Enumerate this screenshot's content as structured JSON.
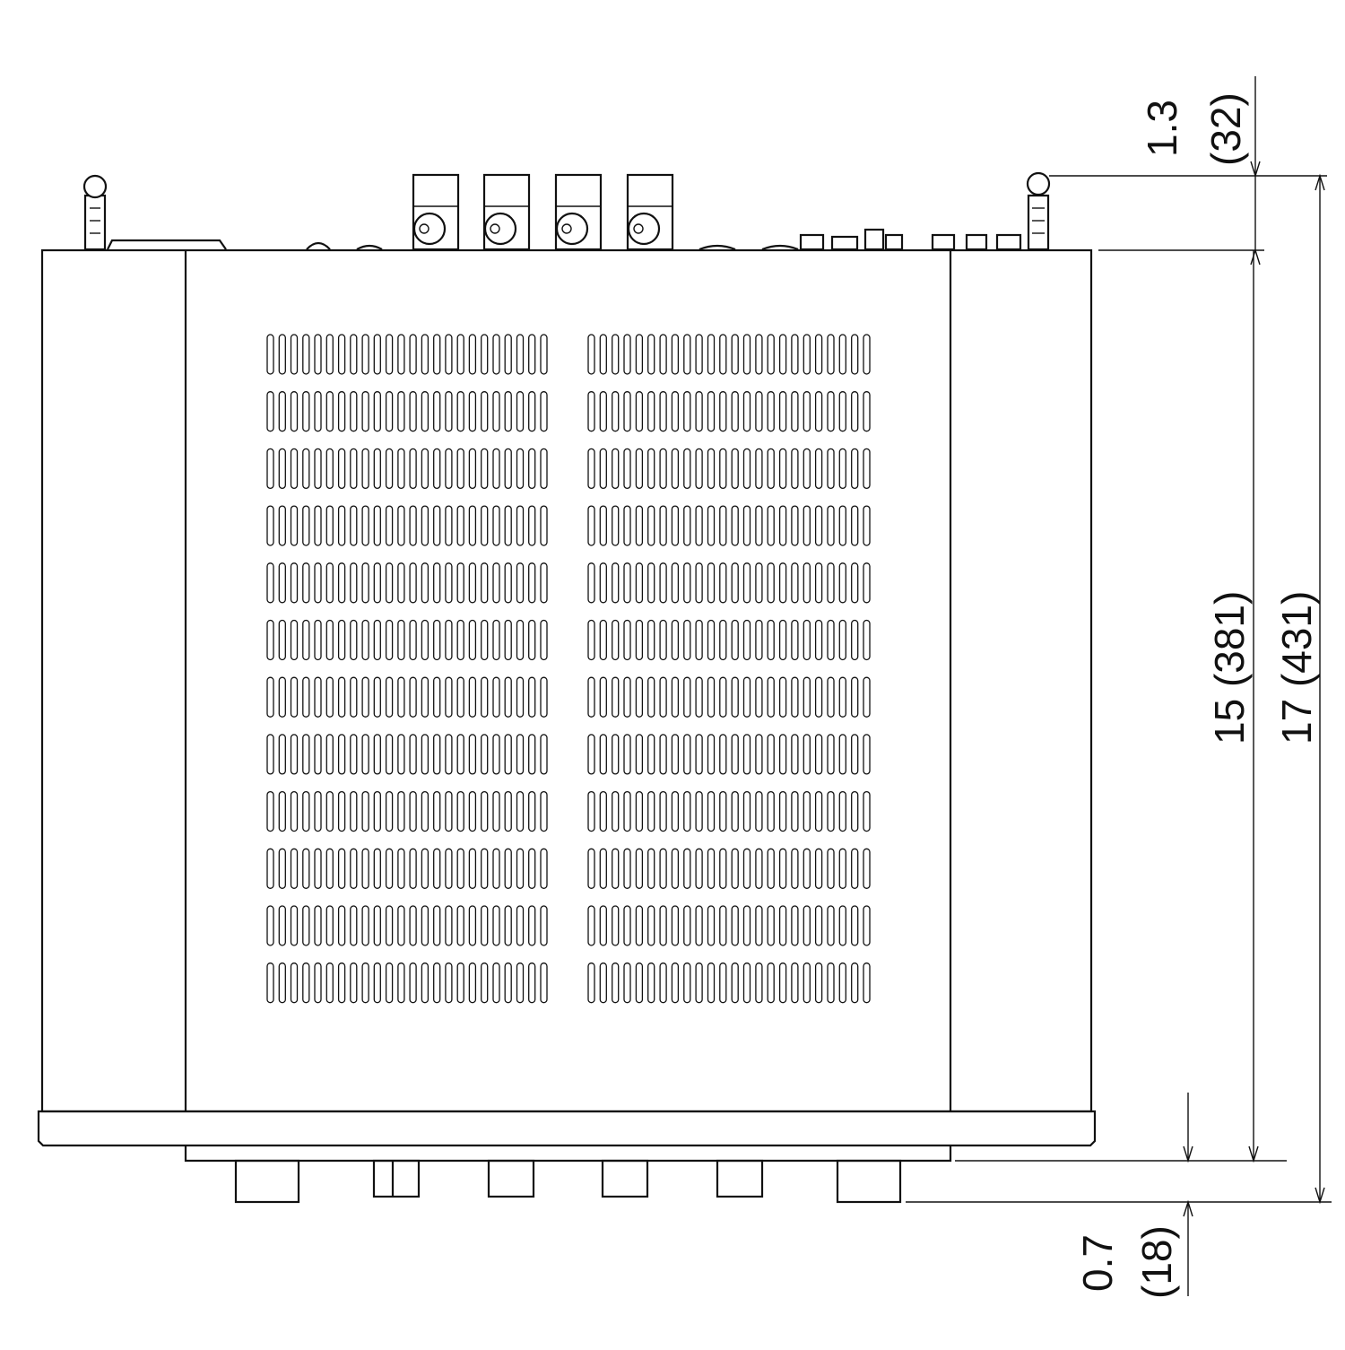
{
  "dimensions": {
    "top_protrusion": {
      "inch": "1.3",
      "mm": "(32)"
    },
    "body_depth": {
      "text": "15 (381)"
    },
    "total_depth": {
      "text": "17 (431)"
    },
    "front_protrusion": {
      "inch": "0.7",
      "mm": "(18)"
    }
  },
  "vent": {
    "rows": 12,
    "left_slots_per_row": 24,
    "right_slots_per_row": 24
  },
  "colors": {
    "line": "#111111",
    "background": "#ffffff"
  }
}
